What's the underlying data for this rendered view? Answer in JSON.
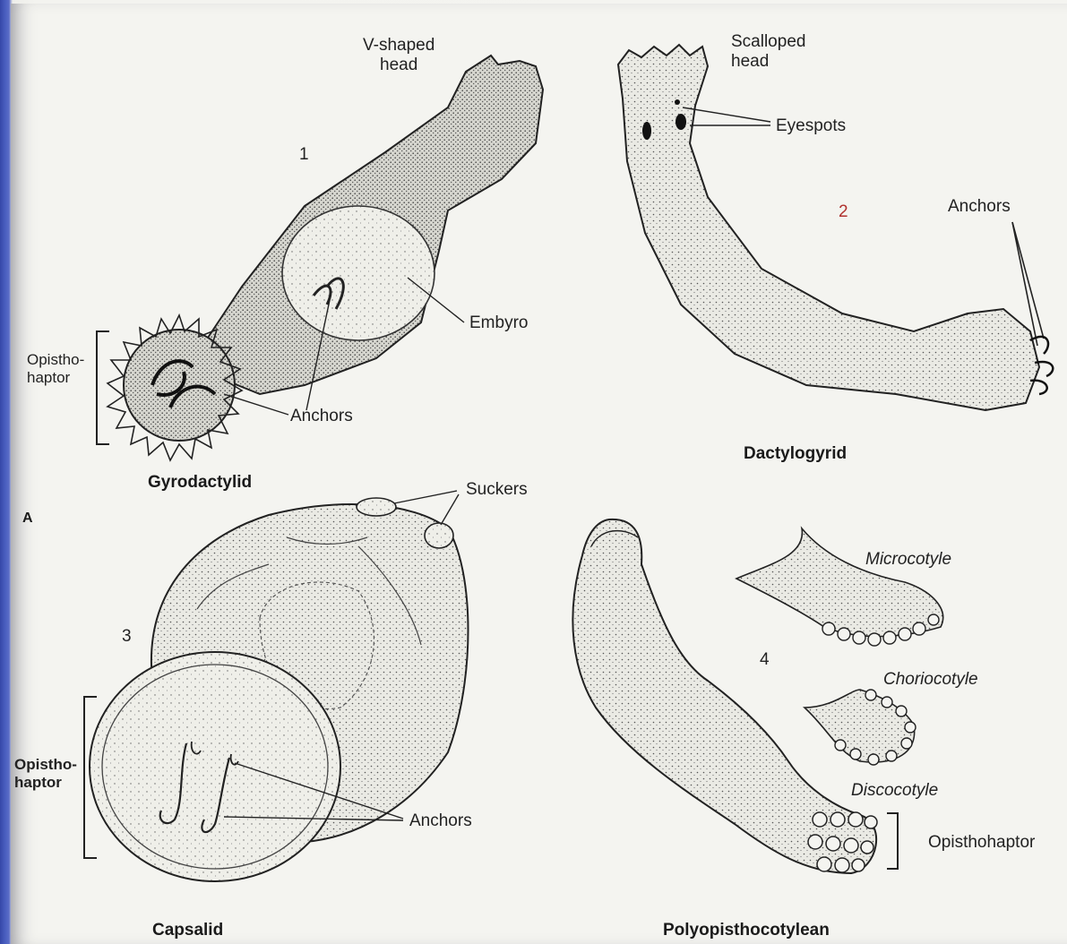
{
  "specimens": {
    "gyrodactylid": {
      "number": "1",
      "name": "Gyrodactylid",
      "head": "V-shaped\nhead",
      "embryo": "Embyro",
      "anchors": "Anchors",
      "opisthohaptor": "Opistho-\nhaptor",
      "panel_letter": "A"
    },
    "dactylogyrid": {
      "number": "2",
      "name": "Dactylogyrid",
      "head": "Scalloped\nhead",
      "eyespots": "Eyespots",
      "anchors": "Anchors"
    },
    "capsalid": {
      "number": "3",
      "name": "Capsalid",
      "suckers": "Suckers",
      "anchors": "Anchors",
      "opisthohaptor": "Opistho-\nhaptor"
    },
    "polyopisthocotylean": {
      "number": "4",
      "name": "Polyopisthocotylean",
      "microcotyle": "Microcotyle",
      "choriocotyle": "Choriocotyle",
      "discocotyle": "Discocotyle",
      "opisthohaptor": "Opisthohaptor"
    }
  },
  "colors": {
    "background": "#3a4fb0",
    "paper": "#f4f4f0",
    "ink": "#222222",
    "accent_red": "#b0312e"
  }
}
